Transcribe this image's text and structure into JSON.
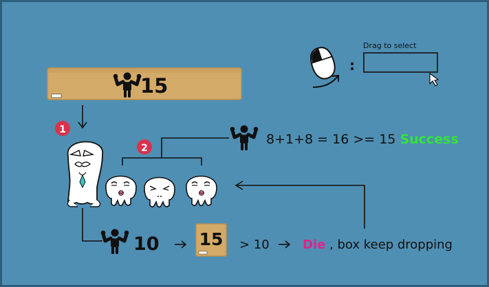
{
  "tutorial": {
    "strength_icon": "flexing-strongman-icon",
    "top_box": {
      "value": "15"
    },
    "markers": {
      "first": "1",
      "second": "2"
    },
    "success_line": {
      "equation": "8+1+8 = 16 >= 15",
      "result": "Success",
      "result_color": "#35e33c"
    },
    "fail_line": {
      "strength": "10",
      "box_value": "15",
      "comparison": "> 10",
      "result_word": "Die",
      "result_color": "#e0238a",
      "rest": ", box keep dropping"
    },
    "hint": {
      "mouse_icon": "mouse-icon",
      "colon": ":",
      "label": "Drag to select"
    }
  }
}
